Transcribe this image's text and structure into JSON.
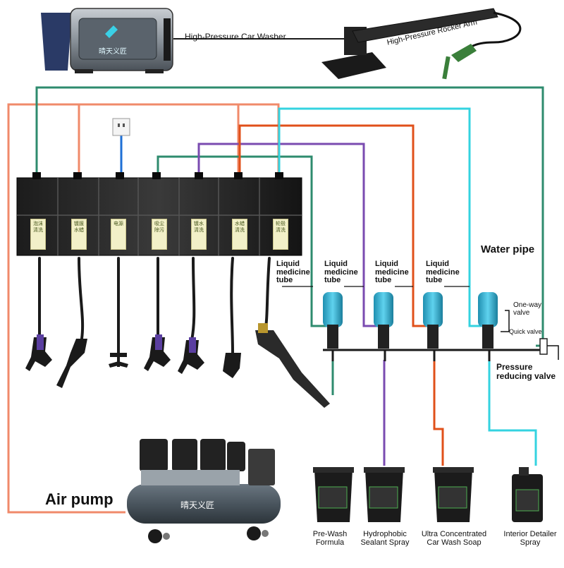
{
  "labels": {
    "car_washer": "High-Pressure Car Washer",
    "rocker_arm": "High-Pressure Rocker Arm",
    "water_pipe": "Water pipe",
    "liquid_tube_1": "Liquid medicine tube",
    "liquid_tube_2": "Liquid medicine tube",
    "liquid_tube_3": "Liquid medicine tube",
    "liquid_tube_4": "Liquid medicine tube",
    "one_way_valve": "One-way valve",
    "quick_valve": "Quick valve",
    "pressure_reducing_valve": "Pressure reducing valve",
    "air_pump": "Air pump"
  },
  "products": [
    {
      "name": "Pre-Wash Formula"
    },
    {
      "name": "Hydrophobic Sealant Spray"
    },
    {
      "name": "Ultra Concentrated Car Wash Soap"
    },
    {
      "name": "Interior Detailer Spray"
    }
  ],
  "reels": [
    {
      "tag": "泡沫清洗"
    },
    {
      "tag": "镀膜水蜡"
    },
    {
      "tag": "电源"
    },
    {
      "tag": "吸尘除污"
    },
    {
      "tag": "镀水清洗"
    },
    {
      "tag": "水蜡清洗"
    },
    {
      "tag": "轮毂清洗"
    }
  ],
  "branding": {
    "machine_logo": "晴天义匠",
    "pump_logo": "晴天义匠"
  },
  "colors": {
    "air_line": "#f08a6a",
    "water_line": "#2e8b6e",
    "power_line": "#1e6fd6",
    "cyan_line": "#34d3e0",
    "purple_line": "#7a4bb0",
    "orange_line": "#e0501a",
    "hose": "#1a1a1a"
  }
}
